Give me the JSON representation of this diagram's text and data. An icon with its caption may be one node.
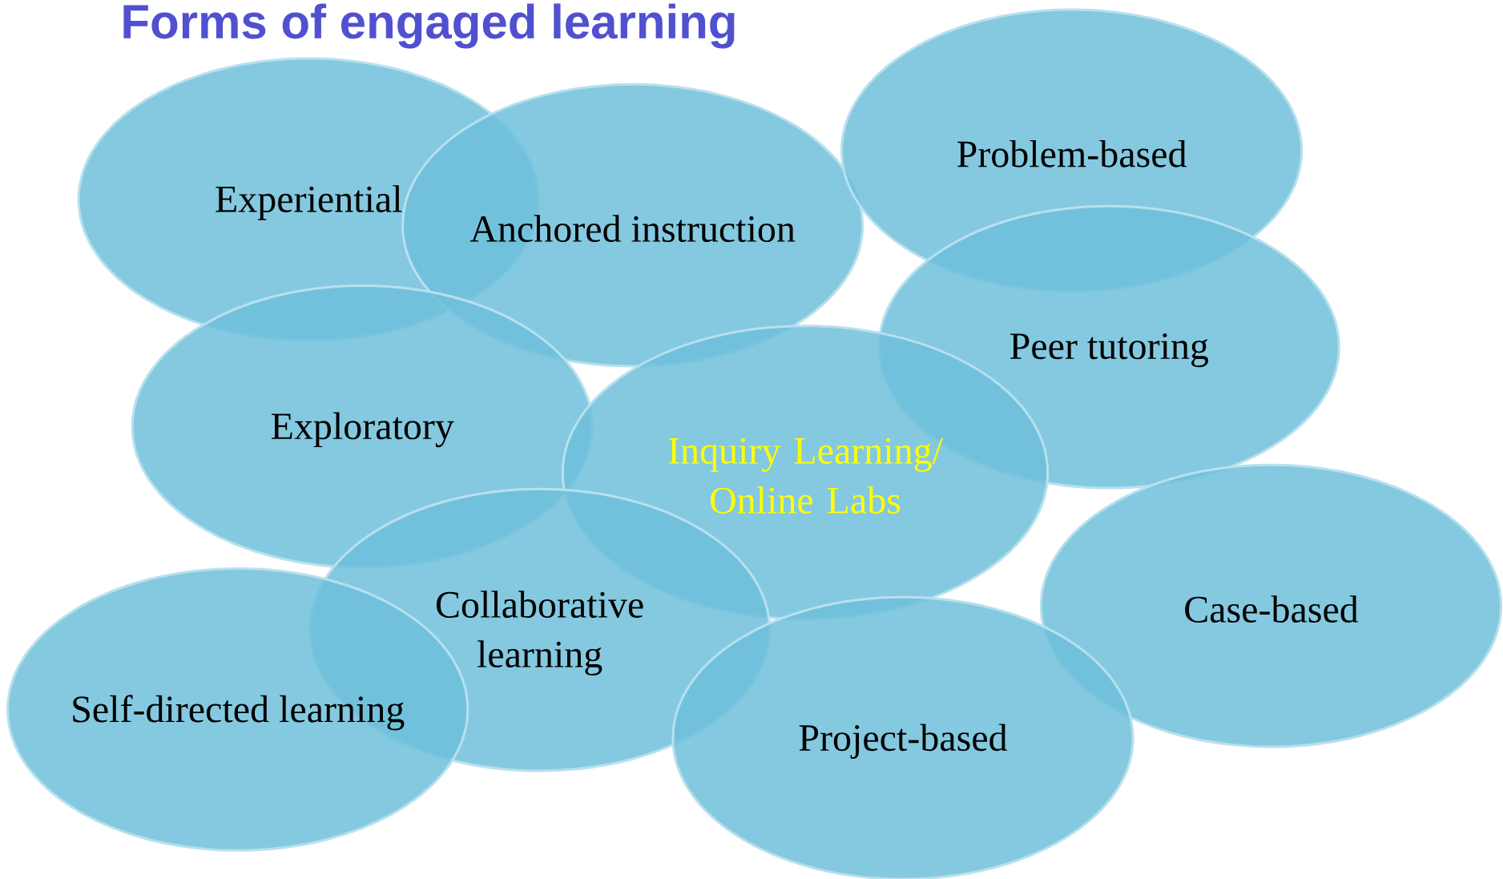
{
  "diagram": {
    "title": "Forms of engaged learning",
    "nodes": [
      {
        "text": [
          "Experiential"
        ]
      },
      {
        "text": [
          "Anchored instruction"
        ]
      },
      {
        "text": [
          "Problem-based"
        ]
      },
      {
        "text": [
          "Peer tutoring"
        ]
      },
      {
        "text": [
          "Exploratory"
        ]
      },
      {
        "text": [
          "Inquiry Learning/ Online Labs"
        ]
      },
      {
        "text": [
          "Case-based"
        ]
      },
      {
        "text": [
          "Collaborative learning"
        ]
      },
      {
        "text": [
          "Self-directed learning"
        ]
      },
      {
        "text": [
          "Project-based"
        ]
      }
    ]
  }
}
